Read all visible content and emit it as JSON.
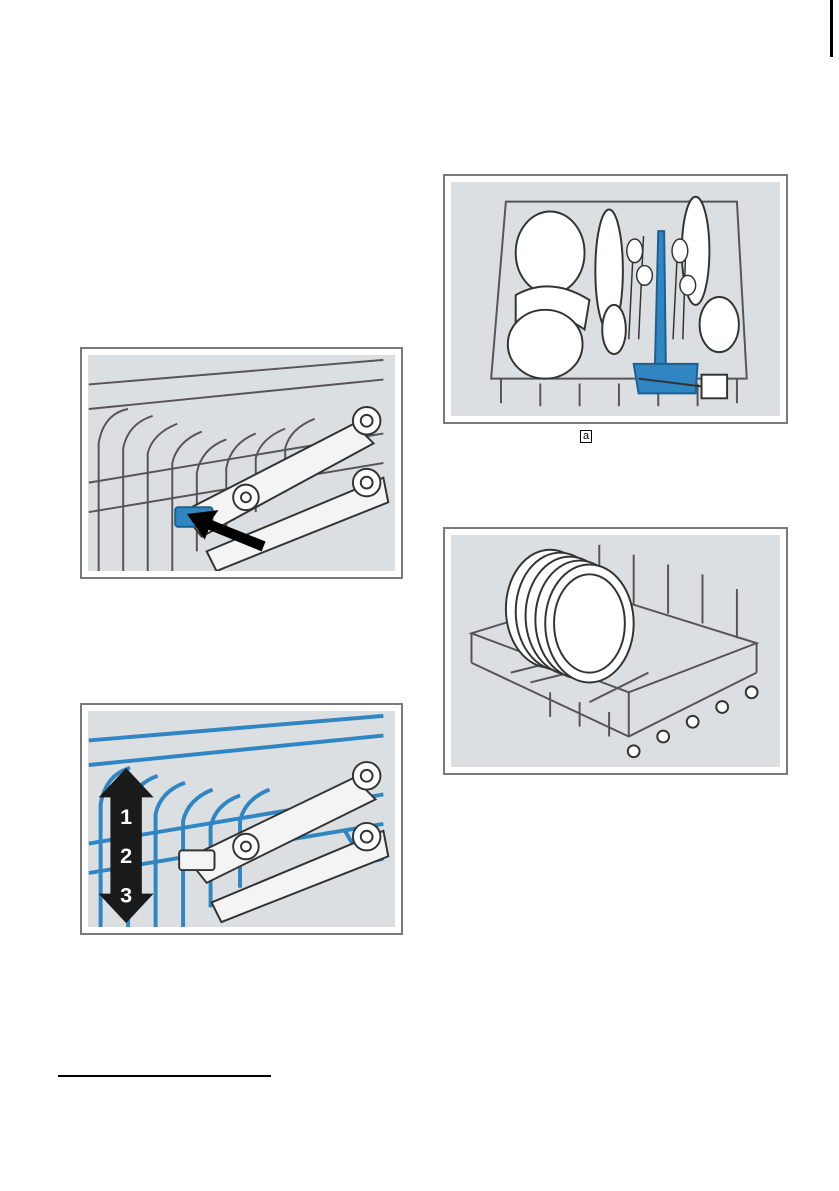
{
  "figures": {
    "cutlery_basket": {
      "callout_letter": "a"
    },
    "height_levels": {
      "level_labels": [
        "1",
        "2",
        "3"
      ]
    }
  },
  "colors": {
    "accent_blue": "#2f86c2",
    "panel_background": "#dcdfe2",
    "frame_border": "#7a7a7a"
  },
  "icons": [
    "push-arrow-icon",
    "up-down-arrow-icon"
  ]
}
